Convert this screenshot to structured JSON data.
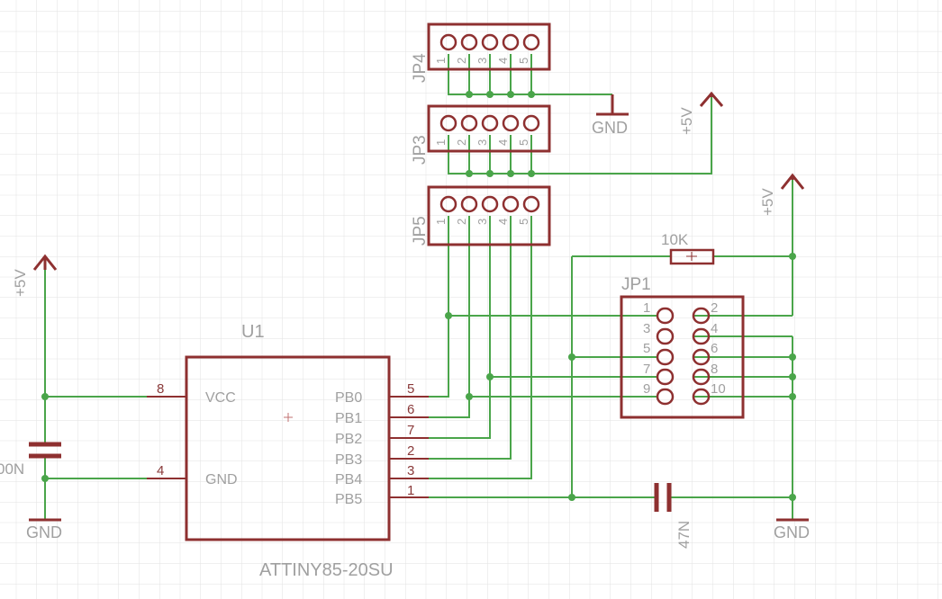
{
  "ic": {
    "name": "U1",
    "value": "ATTINY85-20SU",
    "left_pins": [
      {
        "label": "VCC",
        "number": "8"
      },
      {
        "label": "GND",
        "number": "4"
      }
    ],
    "right_pins": [
      {
        "label": "PB0",
        "number": "5"
      },
      {
        "label": "PB1",
        "number": "6"
      },
      {
        "label": "PB2",
        "number": "7"
      },
      {
        "label": "PB3",
        "number": "2"
      },
      {
        "label": "PB4",
        "number": "3"
      },
      {
        "label": "PB5",
        "number": "1"
      }
    ]
  },
  "headers": [
    {
      "name": "JP4",
      "pins": [
        "1",
        "2",
        "3",
        "4",
        "5"
      ]
    },
    {
      "name": "JP3",
      "pins": [
        "1",
        "2",
        "3",
        "4",
        "5"
      ]
    },
    {
      "name": "JP5",
      "pins": [
        "1",
        "2",
        "3",
        "4",
        "5"
      ]
    }
  ],
  "jp1": {
    "name": "JP1",
    "pins": [
      "1",
      "2",
      "3",
      "4",
      "5",
      "6",
      "7",
      "8",
      "9",
      "10"
    ]
  },
  "resistor": {
    "value": "10K"
  },
  "cap_small": {
    "value": "47N"
  },
  "cap_left": {
    "value": "00N"
  },
  "power": {
    "vcc": "+5V",
    "gnd": "GND"
  }
}
